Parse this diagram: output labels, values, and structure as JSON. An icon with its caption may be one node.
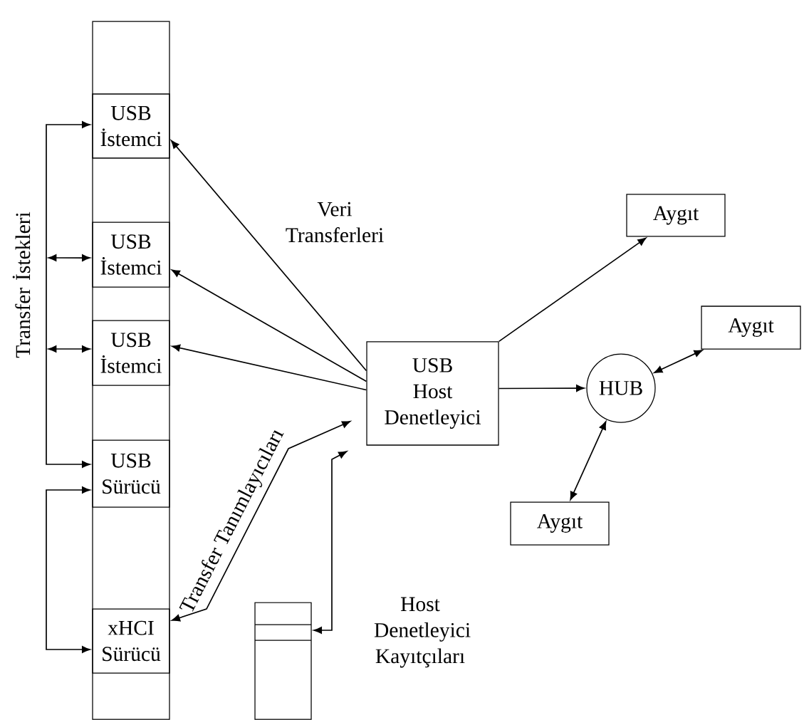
{
  "diagram": {
    "nodes": [
      {
        "text": [],
        "shape": "box"
      },
      {
        "text": [
          "USB İstemci"
        ],
        "in": 0
      },
      {
        "text": [
          "USB İstemci"
        ],
        "in": 0
      },
      {
        "text": [
          "USB İstemci"
        ],
        "in": 0
      },
      {
        "text": [
          "USB Sürücü"
        ],
        "in": 0
      },
      {
        "text": [
          "xHCI Sürücü"
        ],
        "in": 0
      },
      {
        "text": [
          "USB Host Denetleyici"
        ]
      },
      {
        "text": [],
        "shape": "box",
        "beside": [
          "Host Denetleyici Kayıtçıları"
        ]
      },
      {
        "text": [
          "HUB"
        ]
      },
      {
        "text": [
          "Aygıt"
        ]
      },
      {
        "text": [
          "Aygıt"
        ]
      },
      {
        "text": [
          "Aygıt"
        ]
      }
    ],
    "edges": [
      {
        "from": 6,
        "to": 1,
        "arrow": "to"
      },
      {
        "from": 6,
        "to": 2,
        "arrow": "to"
      },
      {
        "from": 6,
        "to": 3,
        "arrow": "to"
      },
      {
        "from": 6,
        "to": 9,
        "arrow": "to"
      },
      {
        "from": 6,
        "to": 8,
        "arrow": "to"
      },
      {
        "from": 8,
        "to": 10,
        "arrow": "both"
      },
      {
        "from": 8,
        "to": 11,
        "arrow": "both"
      },
      {
        "from": 5,
        "to": 6,
        "arrow": "both",
        "label": "Transfer Tanımlayıcıları"
      },
      {
        "from": 7,
        "to": 6,
        "arrow": "both"
      },
      {
        "from": 4,
        "to": 1,
        "arrow": "both"
      },
      {
        "from": null,
        "to": 2,
        "arrow": "both"
      },
      {
        "from": null,
        "to": 3,
        "arrow": "both"
      },
      {
        "from": 5,
        "to": 4,
        "arrow": "both"
      }
    ],
    "labels": [
      "Veri Transferleri",
      "Transfer İstekleri"
    ]
  }
}
